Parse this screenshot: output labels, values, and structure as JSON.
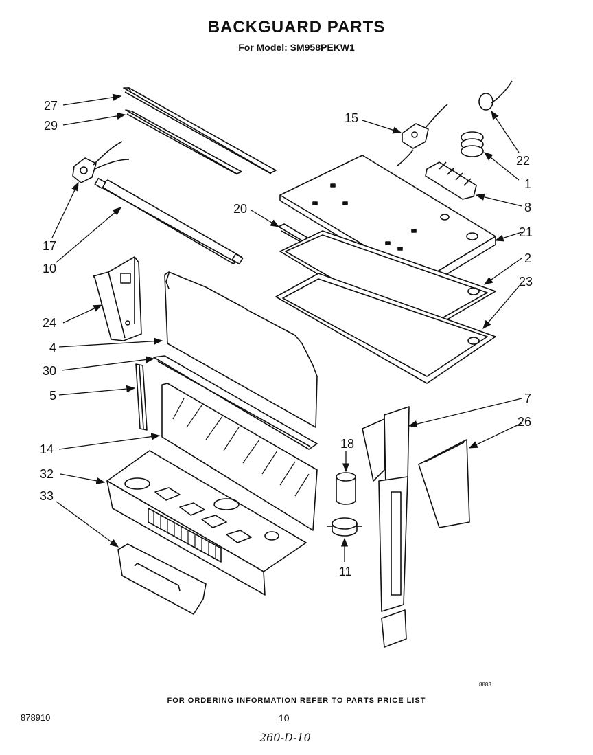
{
  "header": {
    "title": "BACKGUARD PARTS",
    "subtitle": "For Model: SM958PEKW1"
  },
  "parts": [
    {
      "id": "p27",
      "label": "27"
    },
    {
      "id": "p29",
      "label": "29"
    },
    {
      "id": "p17",
      "label": "17"
    },
    {
      "id": "p10",
      "label": "10"
    },
    {
      "id": "p24",
      "label": "24"
    },
    {
      "id": "p4",
      "label": "4"
    },
    {
      "id": "p30",
      "label": "30"
    },
    {
      "id": "p5",
      "label": "5"
    },
    {
      "id": "p14",
      "label": "14"
    },
    {
      "id": "p32",
      "label": "32"
    },
    {
      "id": "p33",
      "label": "33"
    },
    {
      "id": "p15",
      "label": "15"
    },
    {
      "id": "p22",
      "label": "22"
    },
    {
      "id": "p1",
      "label": "1"
    },
    {
      "id": "p8",
      "label": "8"
    },
    {
      "id": "p20",
      "label": "20"
    },
    {
      "id": "p21",
      "label": "21"
    },
    {
      "id": "p2",
      "label": "2"
    },
    {
      "id": "p23",
      "label": "23"
    },
    {
      "id": "p7",
      "label": "7"
    },
    {
      "id": "p26",
      "label": "26"
    },
    {
      "id": "p18",
      "label": "18"
    },
    {
      "id": "p11",
      "label": "11"
    }
  ],
  "footer": {
    "ordering_note": "FOR ORDERING INFORMATION REFER TO PARTS PRICE LIST",
    "doc_number": "878910",
    "page_number": "10",
    "handwritten_note": "260-D-10",
    "corner_code": "8883"
  }
}
